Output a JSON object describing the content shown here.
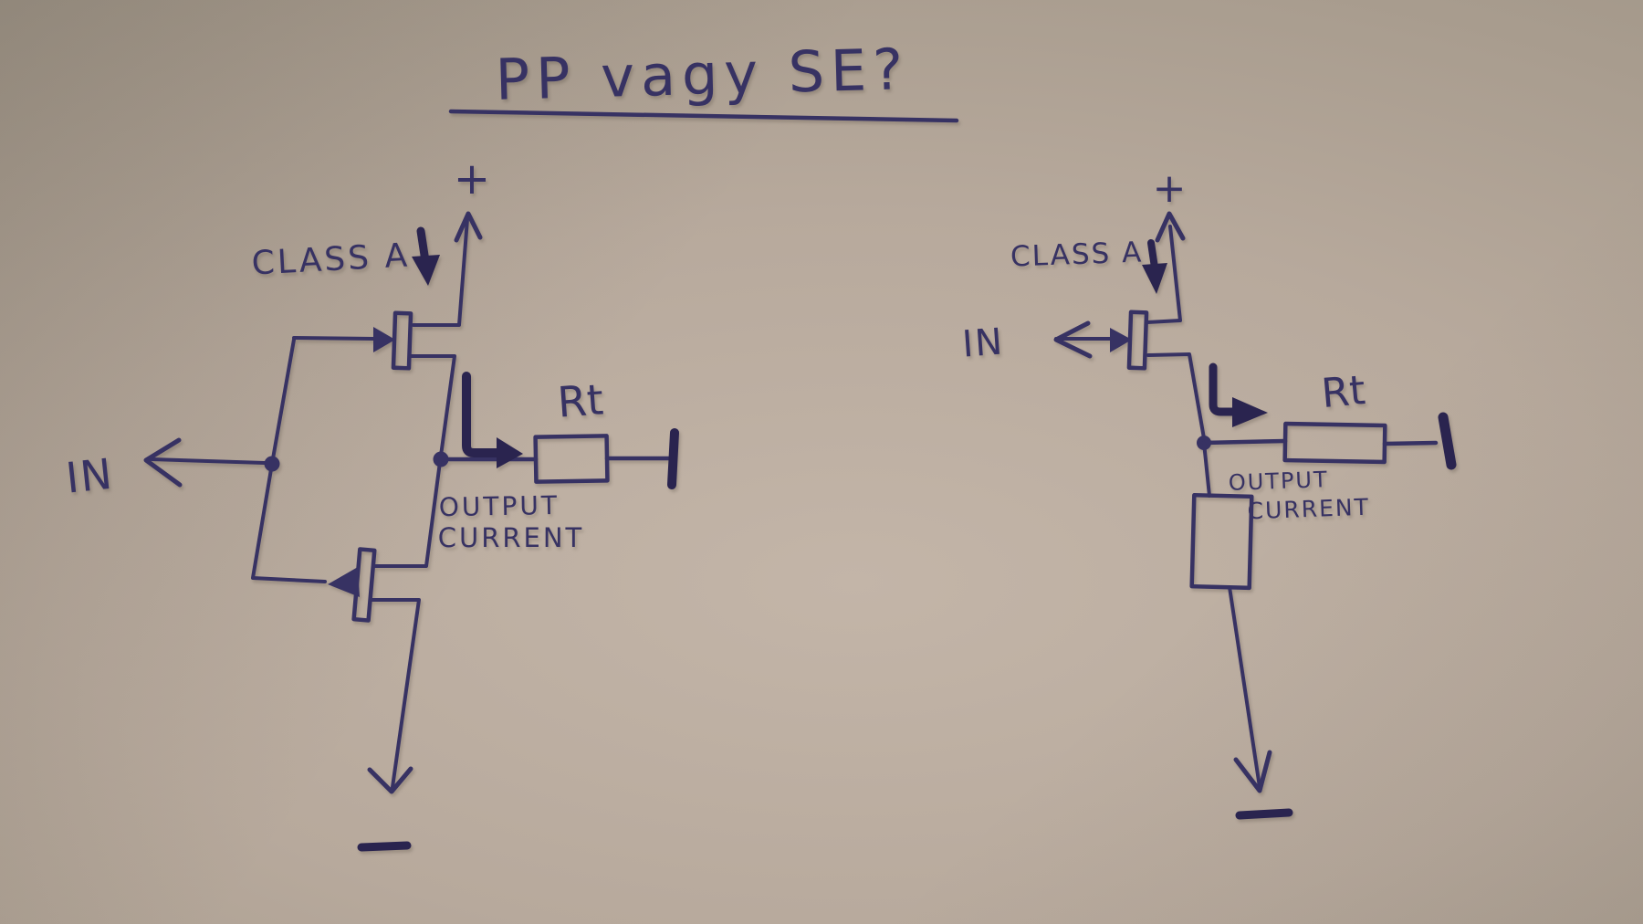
{
  "title": {
    "text": "PP vagy SE?"
  },
  "colors": {
    "ink": "#373263",
    "ink_bold": "#2a244f",
    "paper_center": "#c3b5a8",
    "paper_edge": "#9a9183"
  },
  "left_circuit": {
    "labels": {
      "supply_plus": "+",
      "bias": "CLASS A",
      "input": "IN",
      "load": "Rt",
      "output_line1": "OUTPUT",
      "output_line2": "CURRENT"
    }
  },
  "right_circuit": {
    "labels": {
      "supply_plus": "+",
      "bias": "CLASS A",
      "input": "IN",
      "load": "Rt",
      "output_line1": "OUTPUT",
      "output_line2": "CURRENT"
    }
  }
}
